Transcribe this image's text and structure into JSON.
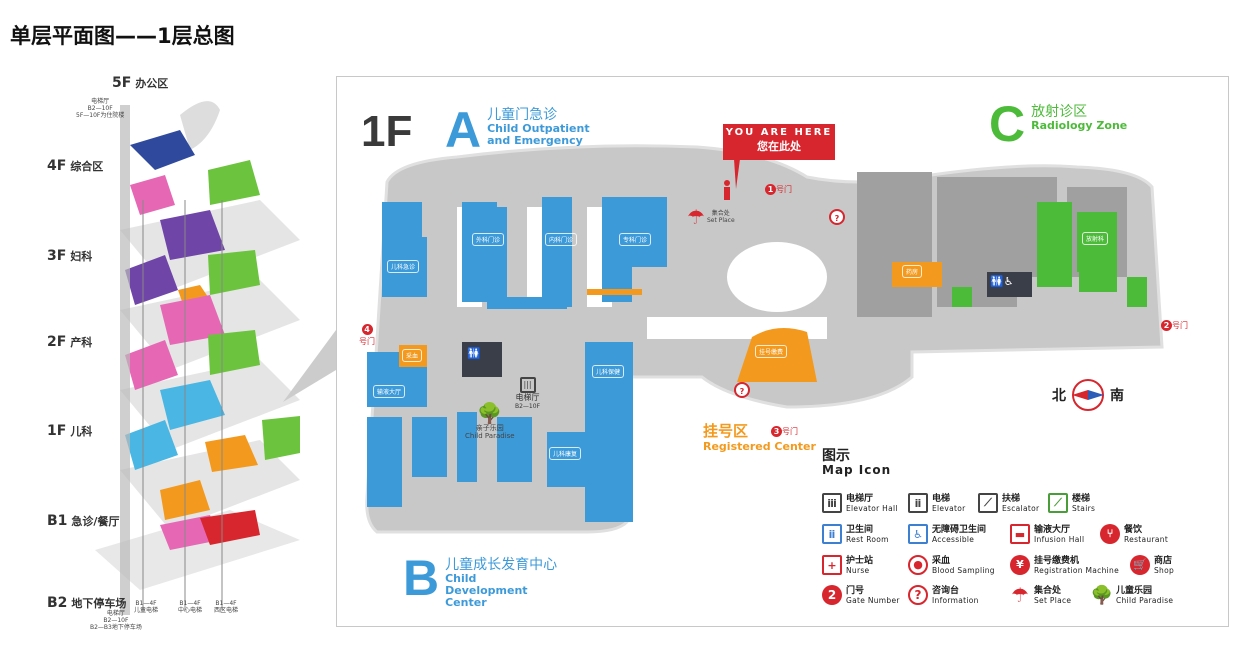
{
  "page_title": "单层平面图——1层总图",
  "floor_stack": {
    "floors": [
      {
        "code": "5F",
        "name": "办公区"
      },
      {
        "code": "4F",
        "name": "综合区"
      },
      {
        "code": "3F",
        "name": "妇科"
      },
      {
        "code": "2F",
        "name": "产科"
      },
      {
        "code": "1F",
        "name": "儿科"
      },
      {
        "code": "B1",
        "name": "急诊/餐厅"
      },
      {
        "code": "B2",
        "name": "地下停车场"
      }
    ],
    "elevator_top": {
      "name": "电梯厅",
      "range": "B2—10F",
      "note": "5F—10F为住院楼"
    },
    "elevator_bottom": {
      "name": "电梯厅",
      "range": "B2—10F",
      "note": "B2—B3地下停车场"
    },
    "bottom_elevators": [
      {
        "range": "B1—4F",
        "name": "儿童电梯"
      },
      {
        "range": "B1—4F",
        "name": "中心电梯"
      },
      {
        "range": "B1—4F",
        "name": "西区电梯"
      }
    ]
  },
  "map": {
    "floor": "1F",
    "zone_a": {
      "letter": "A",
      "cn": "儿童门急诊",
      "en": "Child Outpatient and Emergency",
      "color": "#3d9ad9"
    },
    "zone_b": {
      "letter": "B",
      "cn": "儿童成长发育中心",
      "en": "Child Development Center",
      "color": "#3d9ad9"
    },
    "zone_c": {
      "letter": "C",
      "cn": "放射诊区",
      "en": "Radiology Zone",
      "color": "#4dbb3a"
    },
    "registered": {
      "cn": "挂号区",
      "en": "Registered Center",
      "color": "#f39a1e"
    },
    "you_are_here": {
      "en": "YOU ARE HERE",
      "cn": "您在此处",
      "color": "#d7262d"
    },
    "set_place": {
      "cn": "集合处",
      "en": "Set Place"
    },
    "gates": [
      {
        "num": "1",
        "label": "号门"
      },
      {
        "num": "2",
        "label": "号门"
      },
      {
        "num": "3",
        "label": "号门"
      },
      {
        "num": "4",
        "label": "号门"
      }
    ],
    "rooms": {
      "surgery": "外科门诊",
      "internal": "内科门诊",
      "special": "专科门诊",
      "emergency": "儿科急诊",
      "infusion": "输液大厅",
      "blood": "采血",
      "elevator_hall": "电梯厅",
      "elevator_range": "B2—10F",
      "paradise": "亲子乐园",
      "paradise_en": "Child Paradise",
      "rehab": "儿科康复",
      "care": "儿科保健",
      "registration": "挂号缴费",
      "pharmacy": "药房",
      "radiology": "放射科"
    },
    "compass": {
      "north": "北",
      "south": "南"
    }
  },
  "legend": {
    "title_cn": "图示",
    "title_en": "Map Icon",
    "items": [
      {
        "cn": "电梯厅",
        "en": "Elevator Hall",
        "icon": "elevator-hall-icon"
      },
      {
        "cn": "电梯",
        "en": "Elevator",
        "icon": "elevator-icon"
      },
      {
        "cn": "扶梯",
        "en": "Escalator",
        "icon": "escalator-icon"
      },
      {
        "cn": "楼梯",
        "en": "Stairs",
        "icon": "stairs-icon"
      },
      {
        "cn": "卫生间",
        "en": "Rest Room",
        "icon": "restroom-icon"
      },
      {
        "cn": "无障碍卫生间",
        "en": "Accessible",
        "icon": "accessible-icon"
      },
      {
        "cn": "输液大厅",
        "en": "Infusion Hall",
        "icon": "infusion-icon"
      },
      {
        "cn": "餐饮",
        "en": "Restaurant",
        "icon": "restaurant-icon"
      },
      {
        "cn": "护士站",
        "en": "Nurse",
        "icon": "nurse-icon"
      },
      {
        "cn": "采血",
        "en": "Blood Sampling",
        "icon": "blood-icon"
      },
      {
        "cn": "挂号缴费机",
        "en": "Registration Machine",
        "icon": "registration-machine-icon"
      },
      {
        "cn": "商店",
        "en": "Shop",
        "icon": "shop-icon"
      },
      {
        "cn": "门号",
        "en": "Gate Number",
        "icon": "gate-number-icon"
      },
      {
        "cn": "咨询台",
        "en": "Information",
        "icon": "information-icon"
      },
      {
        "cn": "集合处",
        "en": "Set Place",
        "icon": "set-place-icon"
      },
      {
        "cn": "儿童乐园",
        "en": "Child Paradise",
        "icon": "child-paradise-icon"
      }
    ]
  }
}
